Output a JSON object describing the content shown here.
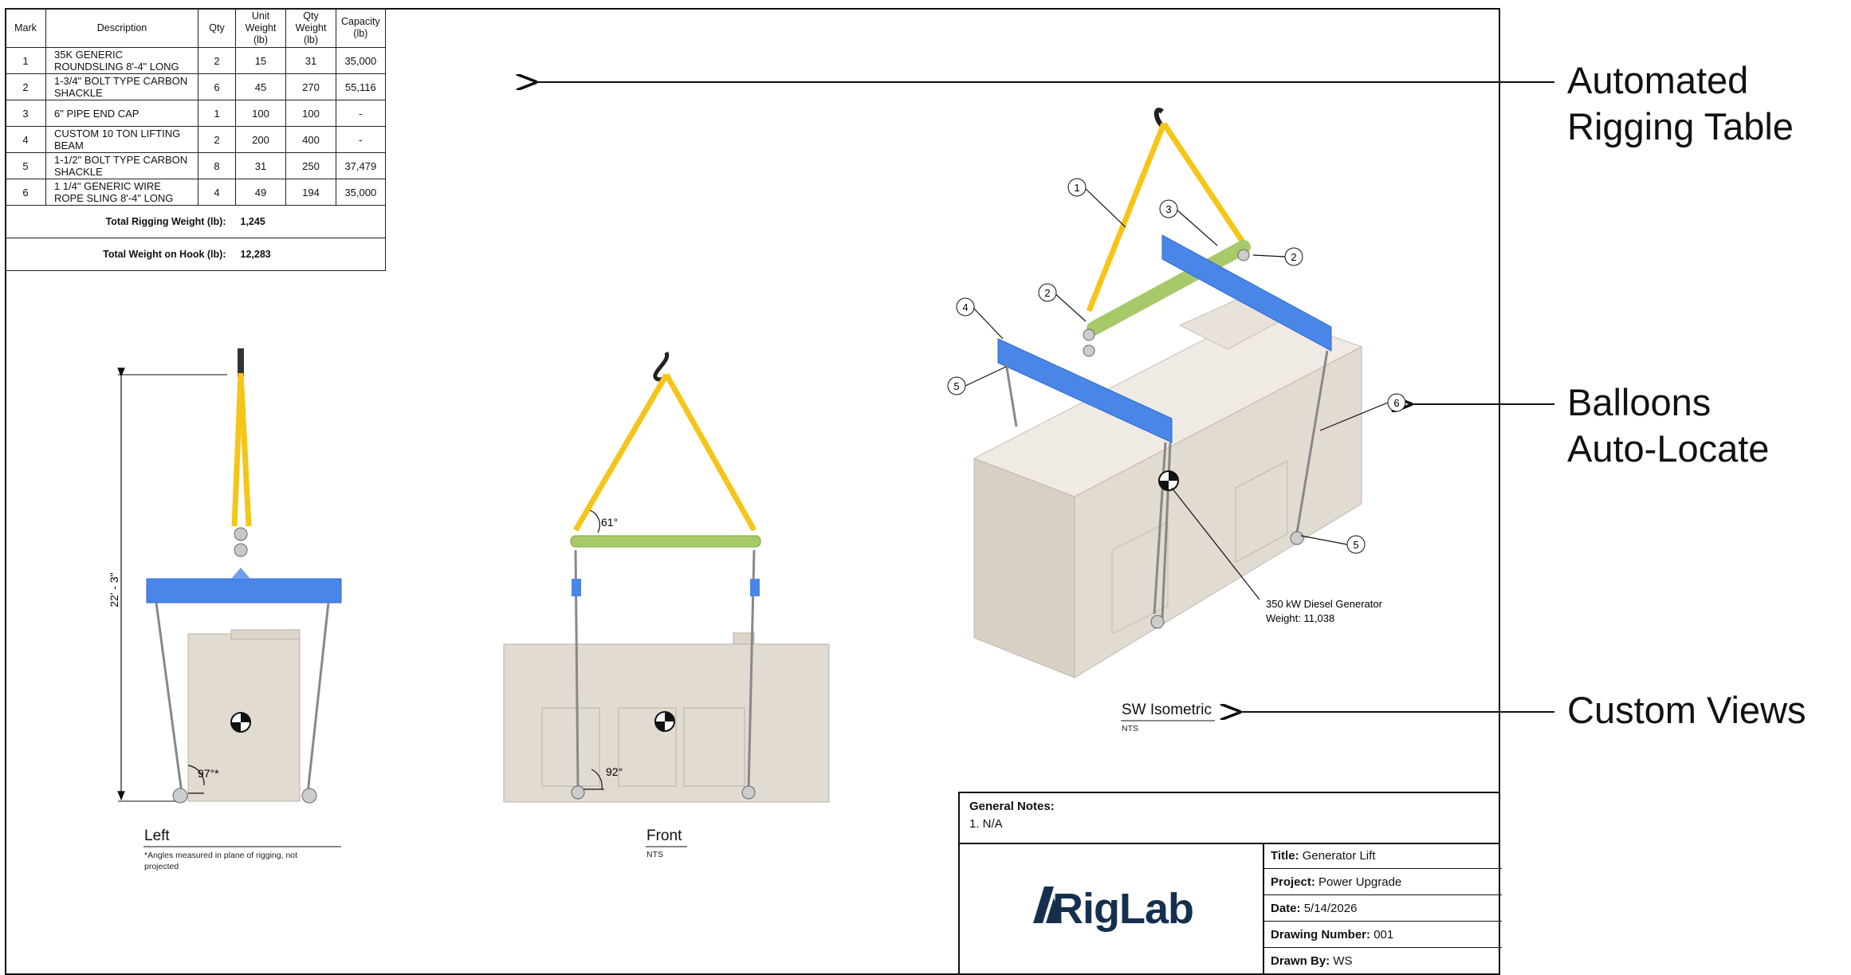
{
  "table": {
    "headers": {
      "mark": "Mark",
      "description": "Description",
      "qty": "Qty",
      "unit_weight": "Unit Weight\n(lb)",
      "qty_weight": "Qty Weight\n(lb)",
      "capacity": "Capacity\n(lb)"
    },
    "rows": [
      {
        "mark": "1",
        "description": "35K GENERIC ROUNDSLING 8'-4\" LONG",
        "qty": "2",
        "unit_weight": "15",
        "qty_weight": "31",
        "capacity": "35,000"
      },
      {
        "mark": "2",
        "description": "1-3/4\" BOLT TYPE CARBON SHACKLE",
        "qty": "6",
        "unit_weight": "45",
        "qty_weight": "270",
        "capacity": "55,116"
      },
      {
        "mark": "3",
        "description": "6\" PIPE END CAP",
        "qty": "1",
        "unit_weight": "100",
        "qty_weight": "100",
        "capacity": "-"
      },
      {
        "mark": "4",
        "description": "CUSTOM 10 TON LIFTING BEAM",
        "qty": "2",
        "unit_weight": "200",
        "qty_weight": "400",
        "capacity": "-"
      },
      {
        "mark": "5",
        "description": "1-1/2\" BOLT TYPE CARBON SHACKLE",
        "qty": "8",
        "unit_weight": "31",
        "qty_weight": "250",
        "capacity": "37,479"
      },
      {
        "mark": "6",
        "description": "1 1/4\" GENERIC WIRE ROPE SLING 8'-4\" LONG",
        "qty": "4",
        "unit_weight": "49",
        "qty_weight": "194",
        "capacity": "35,000"
      }
    ],
    "total_rigging_label": "Total Rigging Weight (lb):",
    "total_rigging_value": "1,245",
    "total_hook_label": "Total Weight on Hook (lb):",
    "total_hook_value": "12,283"
  },
  "views": {
    "left": {
      "label": "Left",
      "note": "*Angles measured in plane of rigging, not projected",
      "angle": "97°*",
      "height_dim": "22' - 3\""
    },
    "front": {
      "label": "Front",
      "scale": "NTS",
      "angle_top": "61°",
      "angle_bottom": "92°"
    },
    "iso": {
      "label": "SW Isometric",
      "scale": "NTS",
      "object_name": "350 kW Diesel Generator",
      "object_weight": "Weight: 11,038"
    }
  },
  "balloons": [
    "1",
    "2",
    "2",
    "3",
    "4",
    "5",
    "5",
    "6"
  ],
  "callouts": {
    "table": "Automated\nRigging Table",
    "balloons": "Balloons\nAuto-Locate",
    "views": "Custom Views"
  },
  "notes": {
    "title": "General Notes:",
    "item": "1. N/A"
  },
  "title_block": {
    "brand": "RigLab",
    "title_label": "Title:",
    "title_value": "Generator Lift",
    "project_label": "Project:",
    "project_value": "Power Upgrade",
    "date_label": "Date:",
    "date_value": "5/14/2026",
    "number_label": "Drawing Number:",
    "number_value": "001",
    "drawn_label": "Drawn By:",
    "drawn_value": "WS"
  },
  "colors": {
    "sling": "#f5c518",
    "beam": "#4a86e8",
    "spreader": "#a8c96a",
    "generator": "#e2dbd2",
    "brand": "#15304f"
  }
}
